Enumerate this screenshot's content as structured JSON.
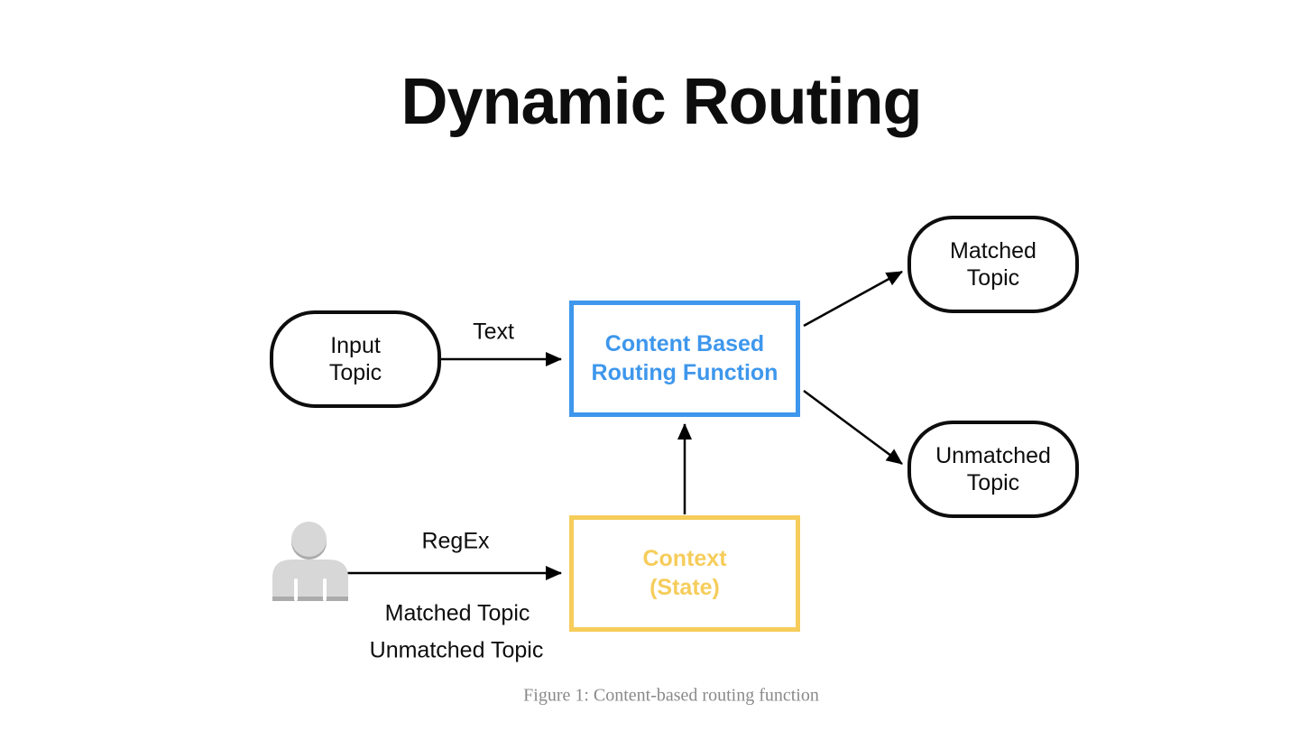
{
  "title": "Dynamic Routing",
  "caption": "Figure 1: Content-based routing function",
  "colors": {
    "routing_accent": "#3E97EC",
    "context_accent": "#F6CD5B",
    "node_border": "#0D0D0D",
    "arrow": "#000000",
    "person_light": "#D7D7D7",
    "person_dark": "#ABABAB",
    "caption_text": "#8A8A8A"
  },
  "diagram": {
    "nodes": {
      "input_topic": {
        "label": "Input\nTopic",
        "shape": "stadium"
      },
      "routing_function": {
        "label": "Content Based\nRouting Function",
        "shape": "rectangle",
        "accent": "#3E97EC"
      },
      "matched_topic": {
        "label": "Matched\nTopic",
        "shape": "stadium"
      },
      "unmatched_topic": {
        "label": "Unmatched\nTopic",
        "shape": "stadium"
      },
      "context": {
        "label": "Context\n(State)",
        "shape": "rectangle",
        "accent": "#F6CD5B"
      },
      "user": {
        "icon": "person-icon"
      }
    },
    "edge_labels": {
      "text": "Text",
      "regex": "RegEx",
      "matched": "Matched Topic",
      "unmatched": "Unmatched Topic"
    },
    "edges": [
      {
        "from": "input_topic",
        "to": "routing_function",
        "label": "Text"
      },
      {
        "from": "routing_function",
        "to": "matched_topic",
        "label": ""
      },
      {
        "from": "routing_function",
        "to": "unmatched_topic",
        "label": ""
      },
      {
        "from": "context",
        "to": "routing_function",
        "label": ""
      },
      {
        "from": "user",
        "to": "context",
        "label": "RegEx",
        "sub_labels": [
          "Matched Topic",
          "Unmatched Topic"
        ]
      }
    ]
  }
}
